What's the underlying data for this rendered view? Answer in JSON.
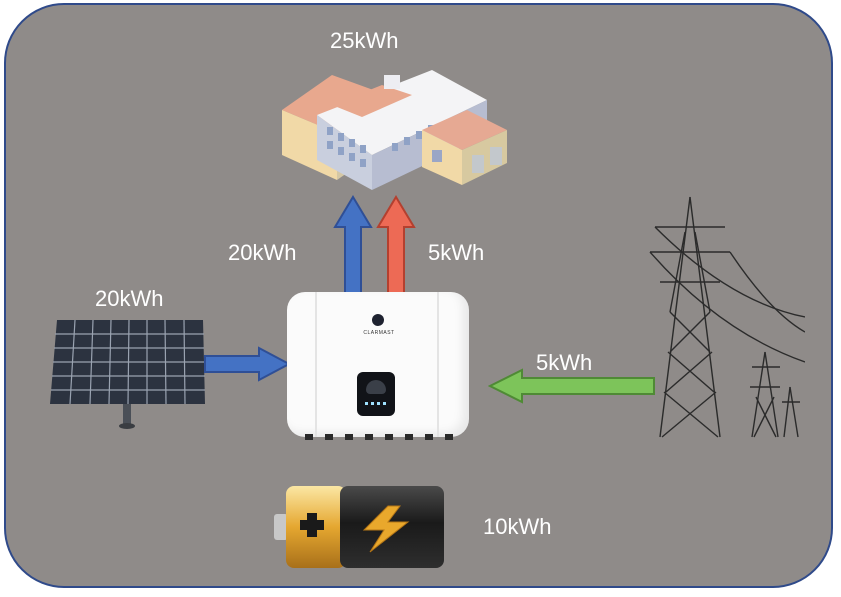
{
  "labels": {
    "factory_load": "25kWh",
    "solar_to_factory": "20kWh",
    "grid_to_factory": "5kWh",
    "solar_output": "20kWh",
    "grid_input": "5kWh",
    "battery_storage": "10kWh"
  },
  "inverter": {
    "brand": "CLARMAST"
  },
  "colors": {
    "background": "#8f8b89",
    "border": "#2f4a8a",
    "solar_arrow": "#4472c4",
    "grid_arrow": "#ed6a55",
    "grid_input_arrow": "#7dc45a",
    "label_text": "#ffffff"
  }
}
